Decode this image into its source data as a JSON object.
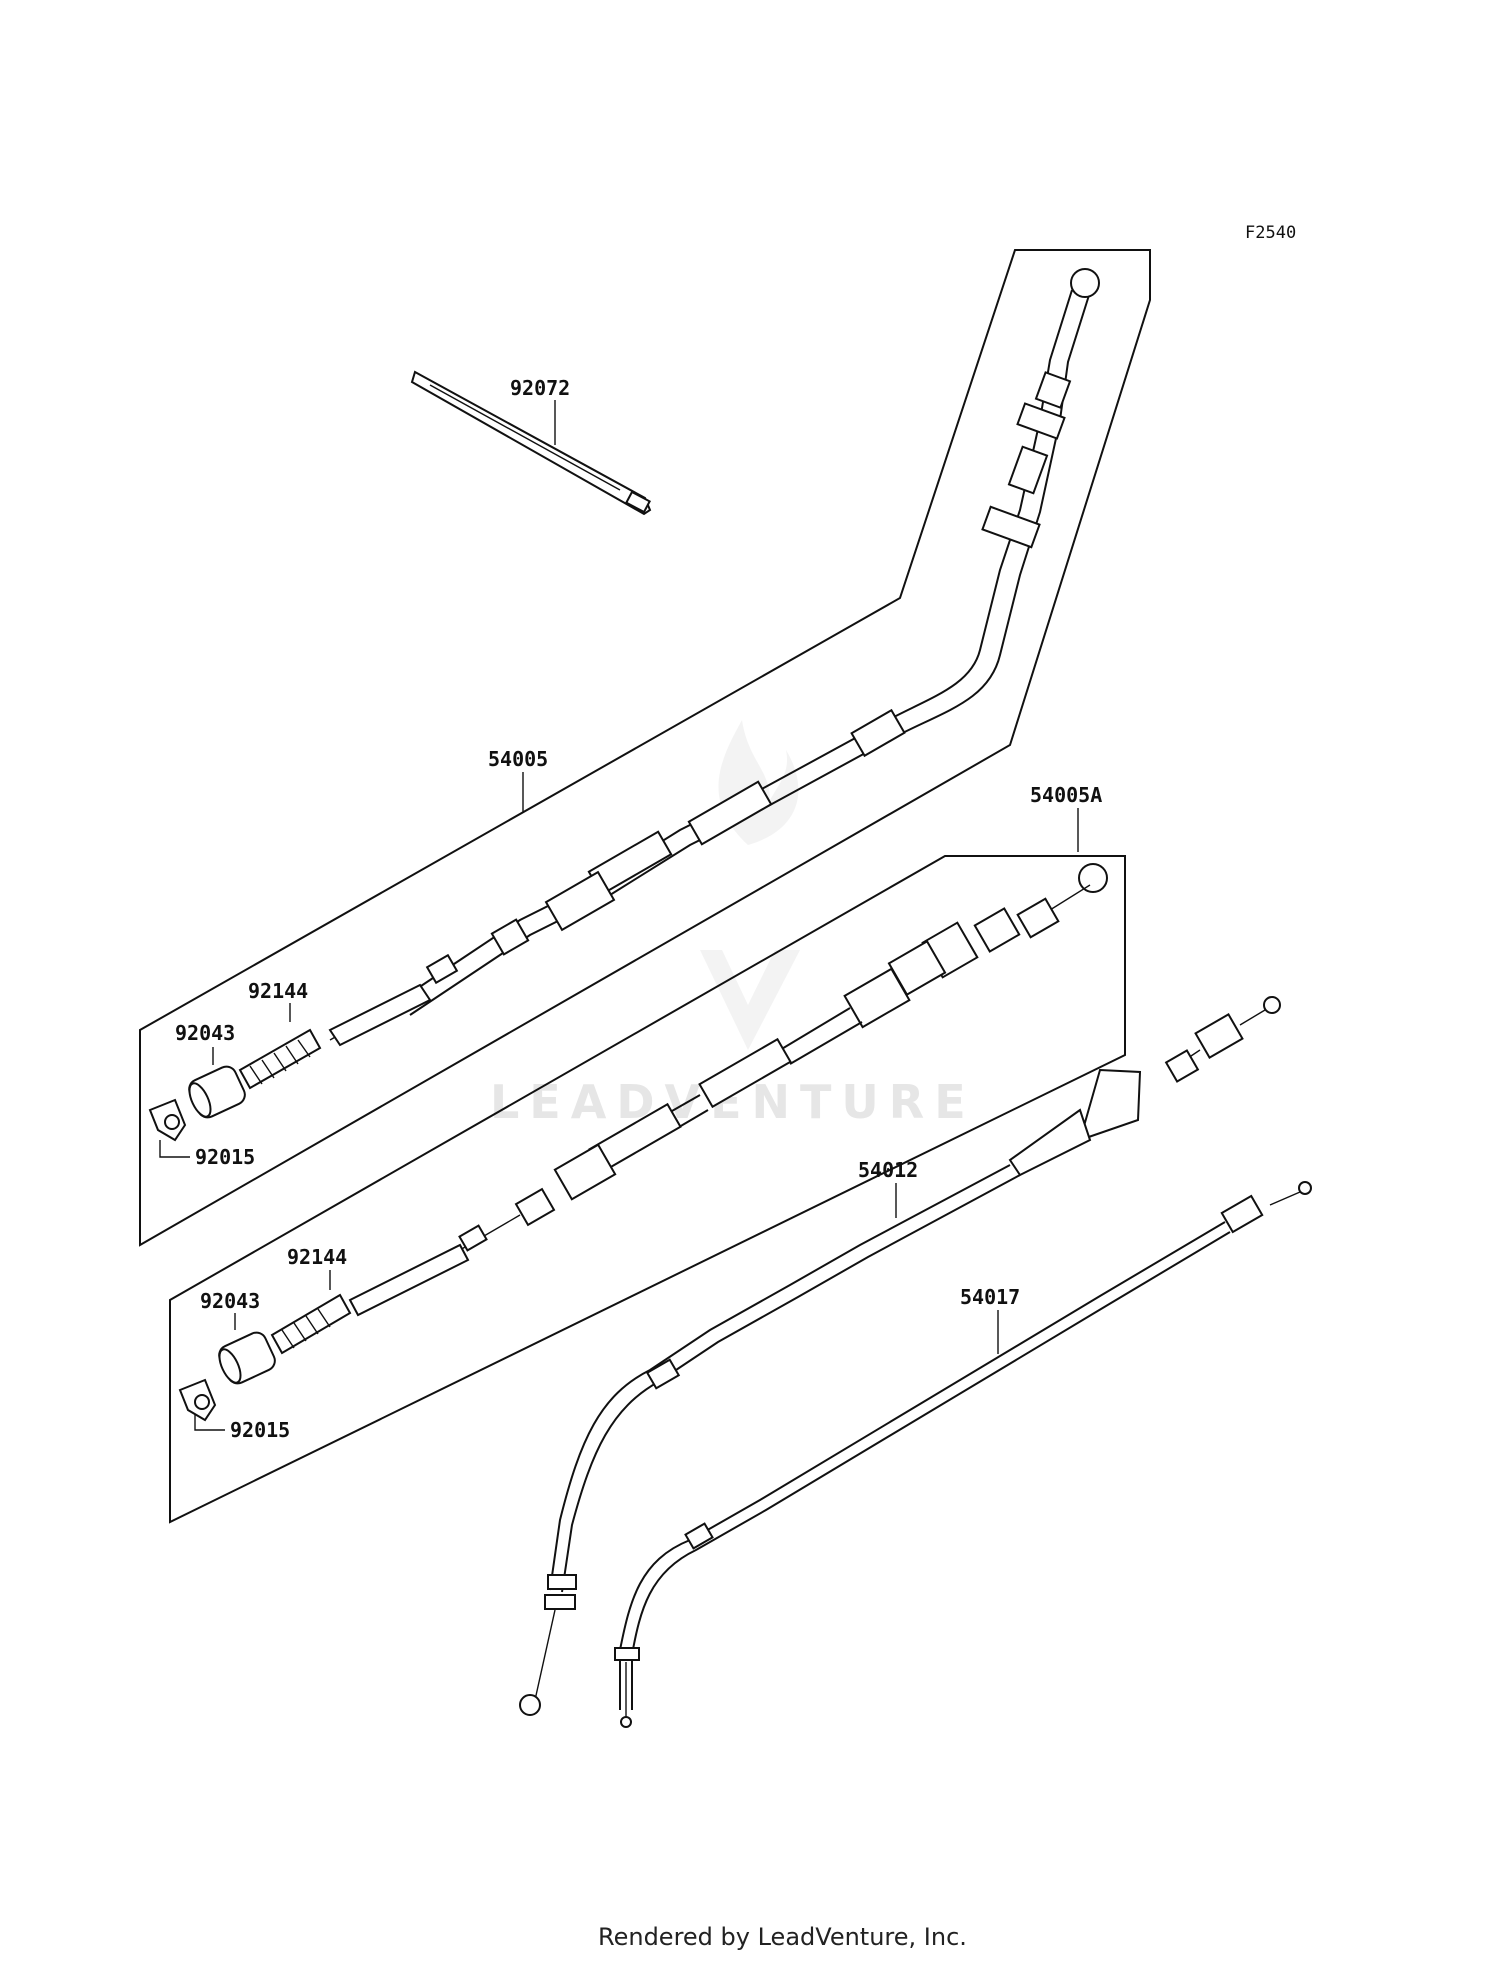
{
  "diagram_code": "F2540",
  "watermark": "LEADVENTURE",
  "footer": "Rendered by LeadVenture, Inc.",
  "callouts": {
    "tie_band": "92072",
    "cable_upper": "54005",
    "cable_lower": "54005A",
    "spring_upper": "92144",
    "collar_upper": "92043",
    "nut_upper": "92015",
    "spring_lower": "92144",
    "collar_lower": "92043",
    "nut_lower": "92015",
    "cable_throttle": "54012",
    "cable_clutch": "54017"
  },
  "icons": {
    "watermark_logo": "flame-v-logo-icon"
  }
}
